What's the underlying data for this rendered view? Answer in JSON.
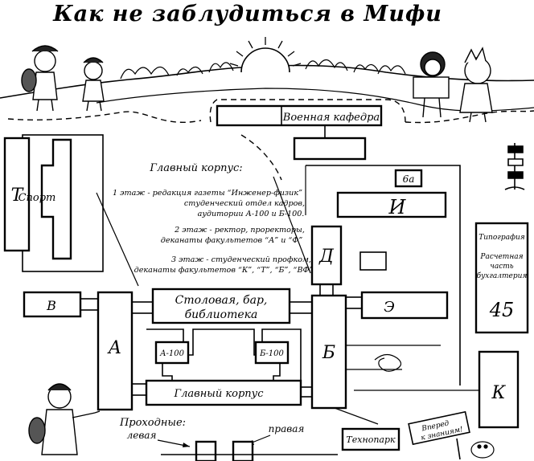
{
  "title": "Как не заблудиться в Мифи",
  "buildings": {
    "military": "Военная кафедра",
    "T": "Т",
    "sport": "Спорт",
    "six_a": "6а",
    "I": "И",
    "D": "Д",
    "V": "В",
    "canteen_line1": "Столовая, бар,",
    "canteen_line2": "библиотека",
    "E": "Э",
    "A": "А",
    "B": "Б",
    "a100": "А-100",
    "b100": "Б-100",
    "main_building": "Главный корпус",
    "K": "К",
    "technopark": "Технопарк",
    "printing": "Типография",
    "accounting_line1": "Расчетная",
    "accounting_line2": "часть",
    "accounting_line3": "бухгалтерия",
    "accounting_num": "45"
  },
  "legend": {
    "heading": "Главный корпус:",
    "l1a": "1 этаж - редакция газеты “Инженер-физик”",
    "l1b": "студенческий отдел кадров,",
    "l1c": "аудитории А-100 и Б-100.",
    "l2a": "2 этаж - ректор, проректоры,",
    "l2b": "деканаты факультетов “А” и “Ф”",
    "l3a": "3 этаж - студенческий профком,",
    "l3b": "деканаты факультетов “К”, “Т”, “Б”, “ВФ”"
  },
  "checkpoints": {
    "heading": "Проходные:",
    "left": "левая",
    "right": "правая"
  },
  "sign": {
    "line1": "Вперед",
    "line2": "к знаниям!"
  }
}
